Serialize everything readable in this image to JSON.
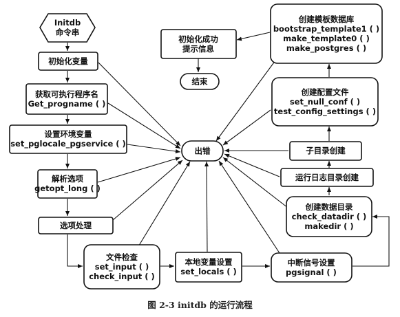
{
  "nodes": {
    "initdb_cmd": [
      "Initdb",
      "命令串"
    ],
    "init_vars": [
      "初始化变量"
    ],
    "get_progname": [
      "获取可执行程序名",
      "Get_progname ( )"
    ],
    "set_env": [
      "设置环境变量",
      "set_pglocale_pgservice ( )"
    ],
    "parse_opts": [
      "解析选项",
      "getopt_long ( )"
    ],
    "opt_handle": [
      "选项处理"
    ],
    "file_check": [
      "文件检查",
      "set_input ( )",
      "check_input ( )"
    ],
    "local_vars": [
      "本地变量设置",
      "set_locals ( )"
    ],
    "interrupt_signal": [
      "中断信号设置",
      "pgsignal ( )"
    ],
    "create_data_dir": [
      "创建数据目录",
      "check_datadir ( )",
      "makedir ( )"
    ],
    "log_dir": [
      "运行日志目录创建"
    ],
    "subdir": [
      "子目录创建"
    ],
    "config_files": [
      "创建配置文件",
      "set_null_conf ( )",
      "test_config_settings ( )"
    ],
    "template_db": [
      "创建模板数据库",
      "bootstrap_template1 ( )",
      "make_template0 ( )",
      "make_postgres ( )"
    ],
    "init_success": [
      "初始化成功",
      "提示信息"
    ],
    "end": [
      "结束"
    ],
    "error": [
      "出错"
    ]
  },
  "caption": "图 2-3    initdb 的运行流程"
}
